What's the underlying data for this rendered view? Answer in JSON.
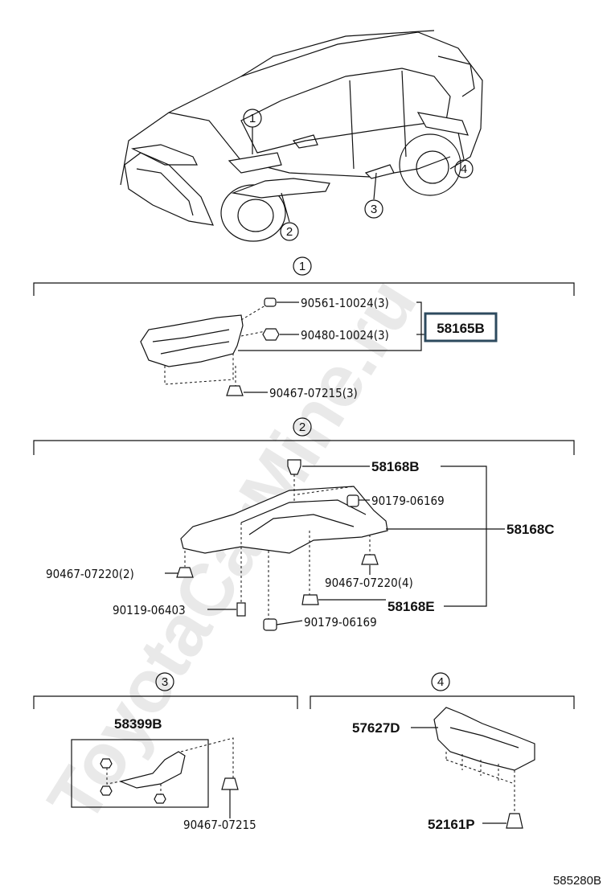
{
  "watermark": "ToyotaCarMine.ru",
  "overview": {
    "callouts": [
      "1",
      "2",
      "3",
      "4"
    ]
  },
  "section1": {
    "number": "1",
    "labels": [
      "90561-10024(3)",
      "90480-10024(3)",
      "90467-07215(3)"
    ],
    "boxed_part": "58165B"
  },
  "section2": {
    "number": "2",
    "labels": [
      "58168B",
      "90179-06169",
      "58168C",
      "90467-07220(2)",
      "90467-07220(4)",
      "90119-06403",
      "58168E",
      "90179-06169"
    ]
  },
  "section3": {
    "number": "3",
    "labels": [
      "58399B",
      "90467-07215"
    ]
  },
  "section4": {
    "number": "4",
    "labels": [
      "57627D",
      "52161P"
    ]
  },
  "figure_code": "585280B"
}
